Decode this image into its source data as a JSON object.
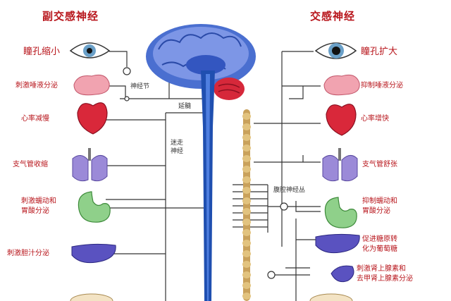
{
  "titles": {
    "parasympathetic": "副交感神经",
    "sympathetic": "交感神经"
  },
  "left_labels": {
    "pupil": "瞳孔缩小",
    "saliva": "刺激唾液分泌",
    "heart": "心率减慢",
    "bronchi": "支气管收缩",
    "stomach_line1": "刺激蠕动和",
    "stomach_line2": "胃酸分泌",
    "bile": "刺激胆汁分泌"
  },
  "right_labels": {
    "pupil": "瞳孔扩大",
    "saliva": "抑制唾液分泌",
    "heart": "心率增快",
    "bronchi": "支气管舒张",
    "stomach_line1": "抑制蠕动和",
    "stomach_line2": "胃酸分泌",
    "liver_line1": "促进糖原转",
    "liver_line2": "化为葡萄糖",
    "adrenal_line1": "刺激肾上腺素和",
    "adrenal_line2": "去甲肾上腺素分泌"
  },
  "center_labels": {
    "ganglion": "神经节",
    "brainstem": "延髓",
    "vagus_line1": "迷走",
    "vagus_line2": "神经",
    "celiac": "腹腔神经丛"
  },
  "colors": {
    "title": "#b8161c",
    "brain": "#4a6fd0",
    "spine": "#1f4fb0",
    "cerebellum": "#d6283a",
    "sympathetic_chain": "#c9a15b",
    "lines": "#333333"
  }
}
